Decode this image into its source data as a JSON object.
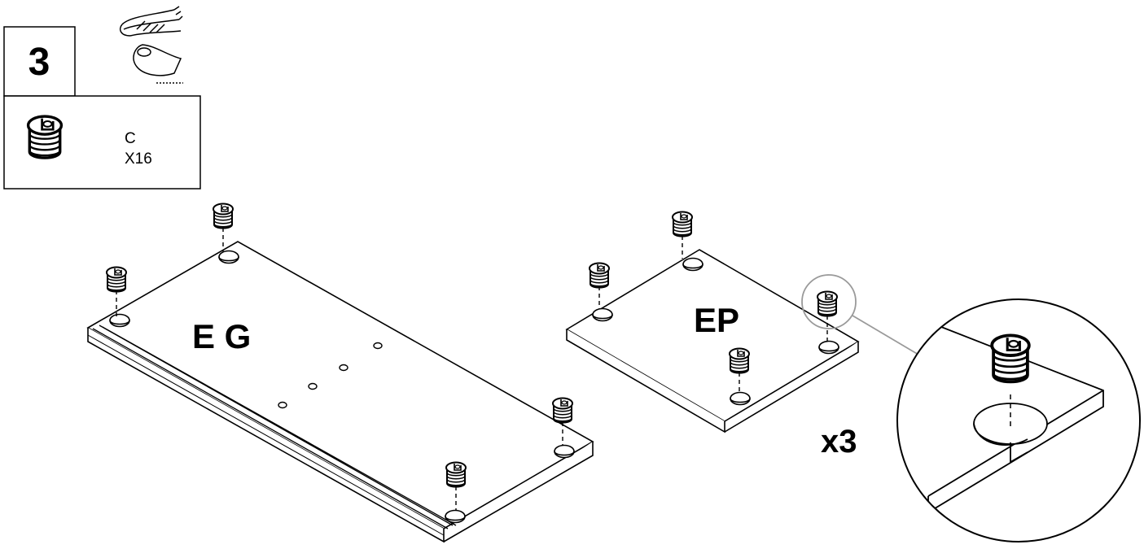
{
  "step": {
    "number": "3",
    "tool_icon": "hand-press-icon",
    "part": {
      "letter": "C",
      "quantity": "X16",
      "icon": "cam-lock-nut-icon"
    }
  },
  "panels": {
    "left_label": "E G",
    "right_label": "EP",
    "repeat": "x3"
  }
}
